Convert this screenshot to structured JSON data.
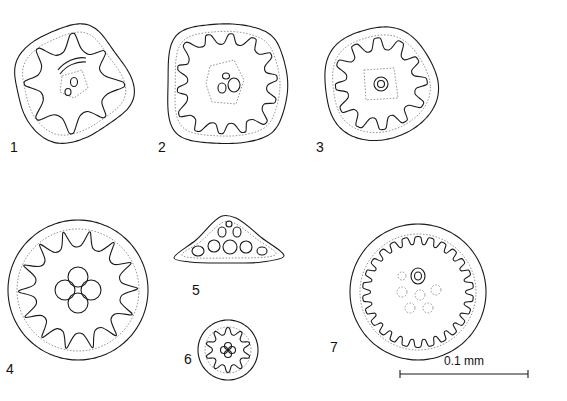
{
  "diagram": {
    "labels": [
      "1",
      "2",
      "3",
      "4",
      "5",
      "6",
      "7",
      "0.1 mm"
    ]
  }
}
